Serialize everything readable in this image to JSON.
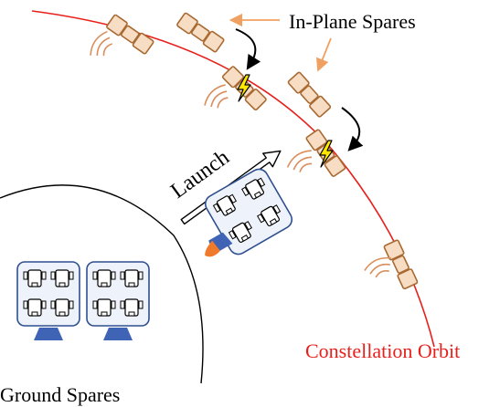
{
  "labels": {
    "in_plane_spares": "In-Plane Spares",
    "launch": "Launch",
    "constellation_orbit": "Constellation Orbit",
    "ground_spares": "Ground Spares"
  },
  "colors": {
    "orbit": "#e8201c",
    "annotation_arrow": "#f0a060",
    "satellite_body": "#f6ddc3",
    "satellite_outline": "#a86a32",
    "signal_waves": "#d98e5c",
    "failure_bolt": "#ffe800",
    "launch_platform": "#3f63b5",
    "rocket_flame": "#ef7a2c",
    "container_outline": "#2f4f8f",
    "text_black": "#000000",
    "text_orbit": "#e8201c"
  },
  "icons": [
    "satellite-icon",
    "failure-bolt-icon",
    "signal-waves-icon",
    "curved-arrow-icon",
    "launch-arrow-icon",
    "rocket-icon",
    "launch-pad-icon",
    "satellite-stack-icon"
  ]
}
